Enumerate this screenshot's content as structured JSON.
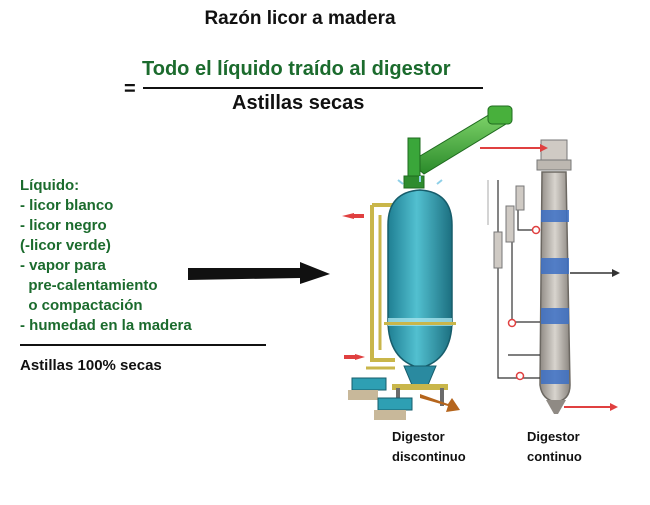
{
  "title": "Razón licor a madera",
  "formula": {
    "equals": "=",
    "numerator": "Todo el líquido traído al digestor",
    "denominator": "Astillas secas"
  },
  "liquid_list": {
    "heading": "Líquido:",
    "items": [
      "- licor blanco",
      "- licor negro",
      "(-licor verde)",
      "- vapor para",
      "  pre-calentamiento",
      "  o compactación",
      "- humedad en la madera"
    ]
  },
  "dry_chips": "Astillas 100% secas",
  "labels": {
    "batch_line1": "Digestor",
    "batch_line2": "discontinuo",
    "continuous_line1": "Digestor",
    "continuous_line2": "continuo"
  },
  "colors": {
    "formula_green": "#1b6b2d",
    "vessel_teal": "#2e9fb3",
    "pipe_green": "#3aa63a",
    "column_gray": "#b8b4ae",
    "screen_blue": "#3b6fc4",
    "flow_red": "#e04040"
  }
}
